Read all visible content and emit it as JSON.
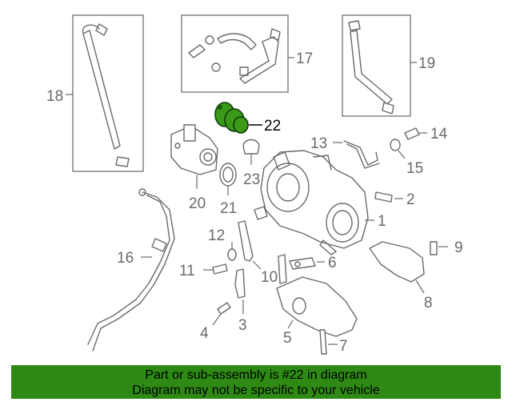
{
  "diagram": {
    "callouts": [
      "1",
      "2",
      "3",
      "4",
      "5",
      "6",
      "7",
      "8",
      "9",
      "10",
      "11",
      "12",
      "13",
      "14",
      "15",
      "16",
      "17",
      "18",
      "19",
      "20",
      "21",
      "22",
      "23"
    ],
    "highlighted_part": "22",
    "highlight_color": "#3a9a18",
    "line_color": "#6a6a6a"
  },
  "banner": {
    "line1": "Part or sub-assembly is #22 in diagram",
    "line2": "Diagram may not be specific to your vehicle",
    "background": "#2e8a14"
  }
}
